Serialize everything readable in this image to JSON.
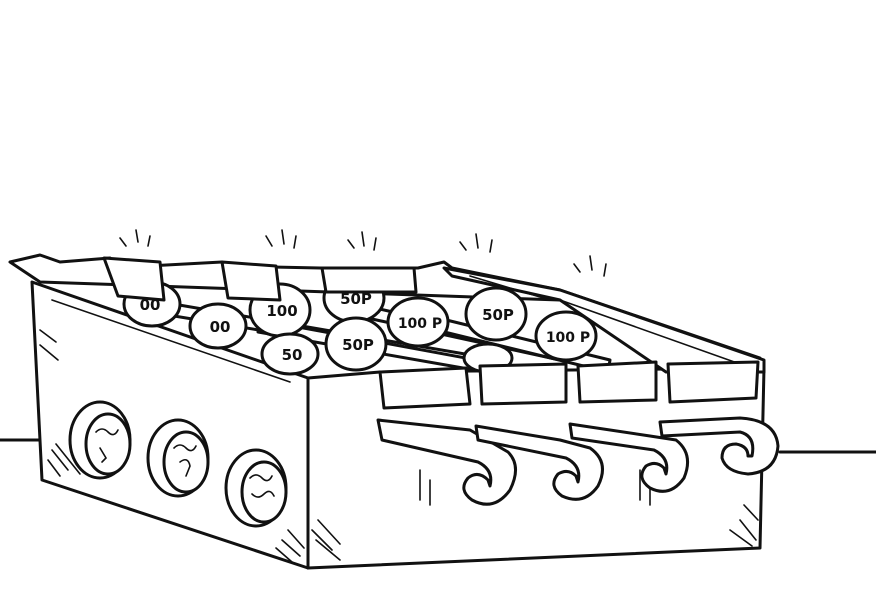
{
  "illustration": {
    "colors": {
      "ink": "#111111",
      "paper": "#ffffff"
    },
    "coin_labels": [
      "00",
      "00",
      "100",
      "50P",
      "50",
      "50P",
      "100 P",
      "50P",
      "100 P"
    ]
  }
}
